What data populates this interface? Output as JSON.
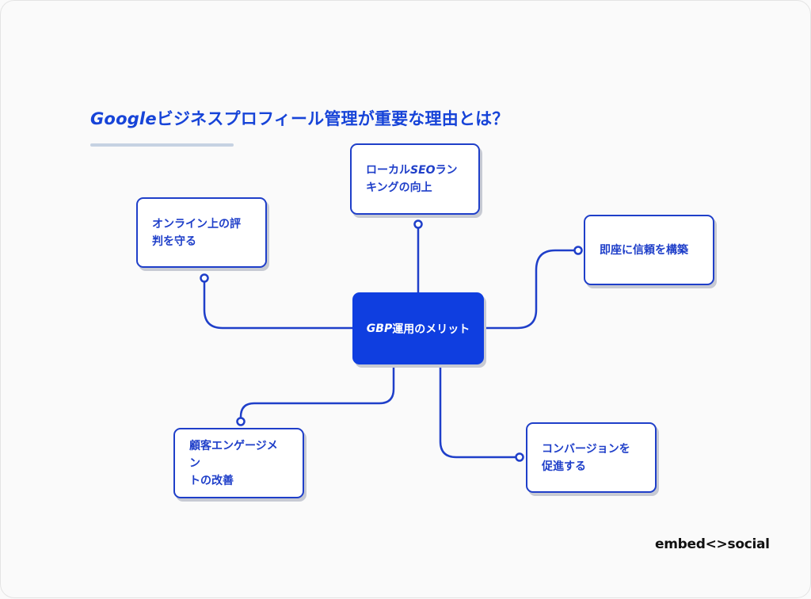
{
  "title": {
    "brand": "Google",
    "rest": "ビジネスプロフィール管理が重要な理由とは？"
  },
  "center": {
    "label_prefix": "GBP",
    "label_rest": "運用のメリット"
  },
  "nodes": {
    "local_seo": {
      "line1_a": "ローカル",
      "line1_b": "SEO",
      "line1_c": "ラン",
      "line2": "キングの向上"
    },
    "reputation": {
      "line1": "オンライン上の評",
      "line2": "判を守る"
    },
    "trust": {
      "line1": "即座に信頼を構築"
    },
    "engagement": {
      "line1": "顧客エンゲージメン",
      "line2": "トの改善"
    },
    "conversion": {
      "line1": "コンバージョンを",
      "line2": "促進する"
    }
  },
  "logo": {
    "text": "embed<>social"
  },
  "colors": {
    "title": "#1744d8",
    "accent": "#0f3ee0",
    "box_border": "#1f3fc9",
    "connector": "#1f3fc9",
    "underline": "#c6d2e2",
    "shadow": "#c7cad3"
  }
}
